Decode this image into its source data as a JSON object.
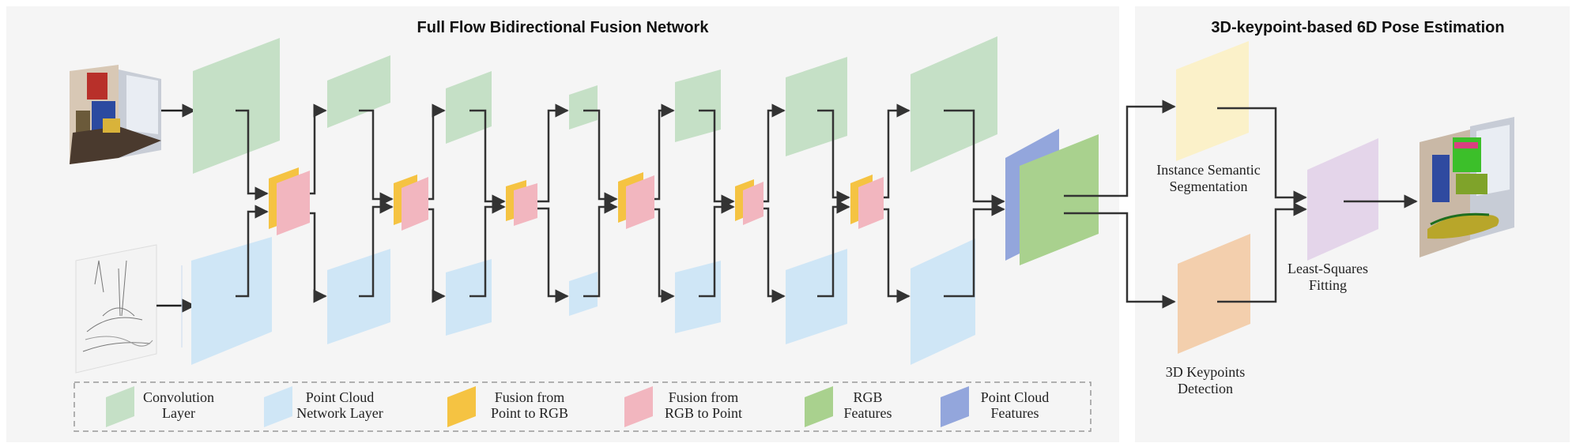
{
  "left_panel": {
    "title": "Full Flow Bidirectional Fusion Network"
  },
  "right_panel": {
    "title": "3D-keypoint-based 6D Pose Estimation"
  },
  "stages": {
    "segmentation": [
      "Instance Semantic",
      "Segmentation"
    ],
    "keypoints": [
      "3D Keypoints",
      "Detection"
    ],
    "least_squares": [
      "Least-Squares",
      "Fitting"
    ]
  },
  "legend": [
    {
      "key": "conv",
      "lines": [
        "Convolution",
        "Layer"
      ],
      "color": "#c5e0c6"
    },
    {
      "key": "pcn",
      "lines": [
        "Point Cloud",
        "Network Layer"
      ],
      "color": "#cfe6f6"
    },
    {
      "key": "p2r",
      "lines": [
        "Fusion from",
        "Point to RGB"
      ],
      "color": "#f5c342"
    },
    {
      "key": "r2p",
      "lines": [
        "Fusion from",
        "RGB to Point"
      ],
      "color": "#f2b6bf"
    },
    {
      "key": "rgbf",
      "lines": [
        "RGB",
        "Features"
      ],
      "color": "#a9d18e"
    },
    {
      "key": "pcf",
      "lines": [
        "Point Cloud",
        "Features"
      ],
      "color": "#93a6dc"
    }
  ],
  "colors": {
    "conv": "#c5e0c6",
    "pcn": "#cfe6f6",
    "p2r": "#f5c342",
    "r2p": "#f2b6bf",
    "rgb_features": "#a9d18e",
    "pc_features": "#93a6dc",
    "segmentation": "#fbf1c9",
    "keypoints": "#f3cfad",
    "least_squares": "#e4d5ea",
    "panel_bg": "#f5f5f5",
    "arrow": "#333333"
  },
  "icons": {
    "rgb_input": "rgb-scene-image",
    "depth_input": "point-cloud-sketch-image",
    "output": "pose-result-image"
  }
}
